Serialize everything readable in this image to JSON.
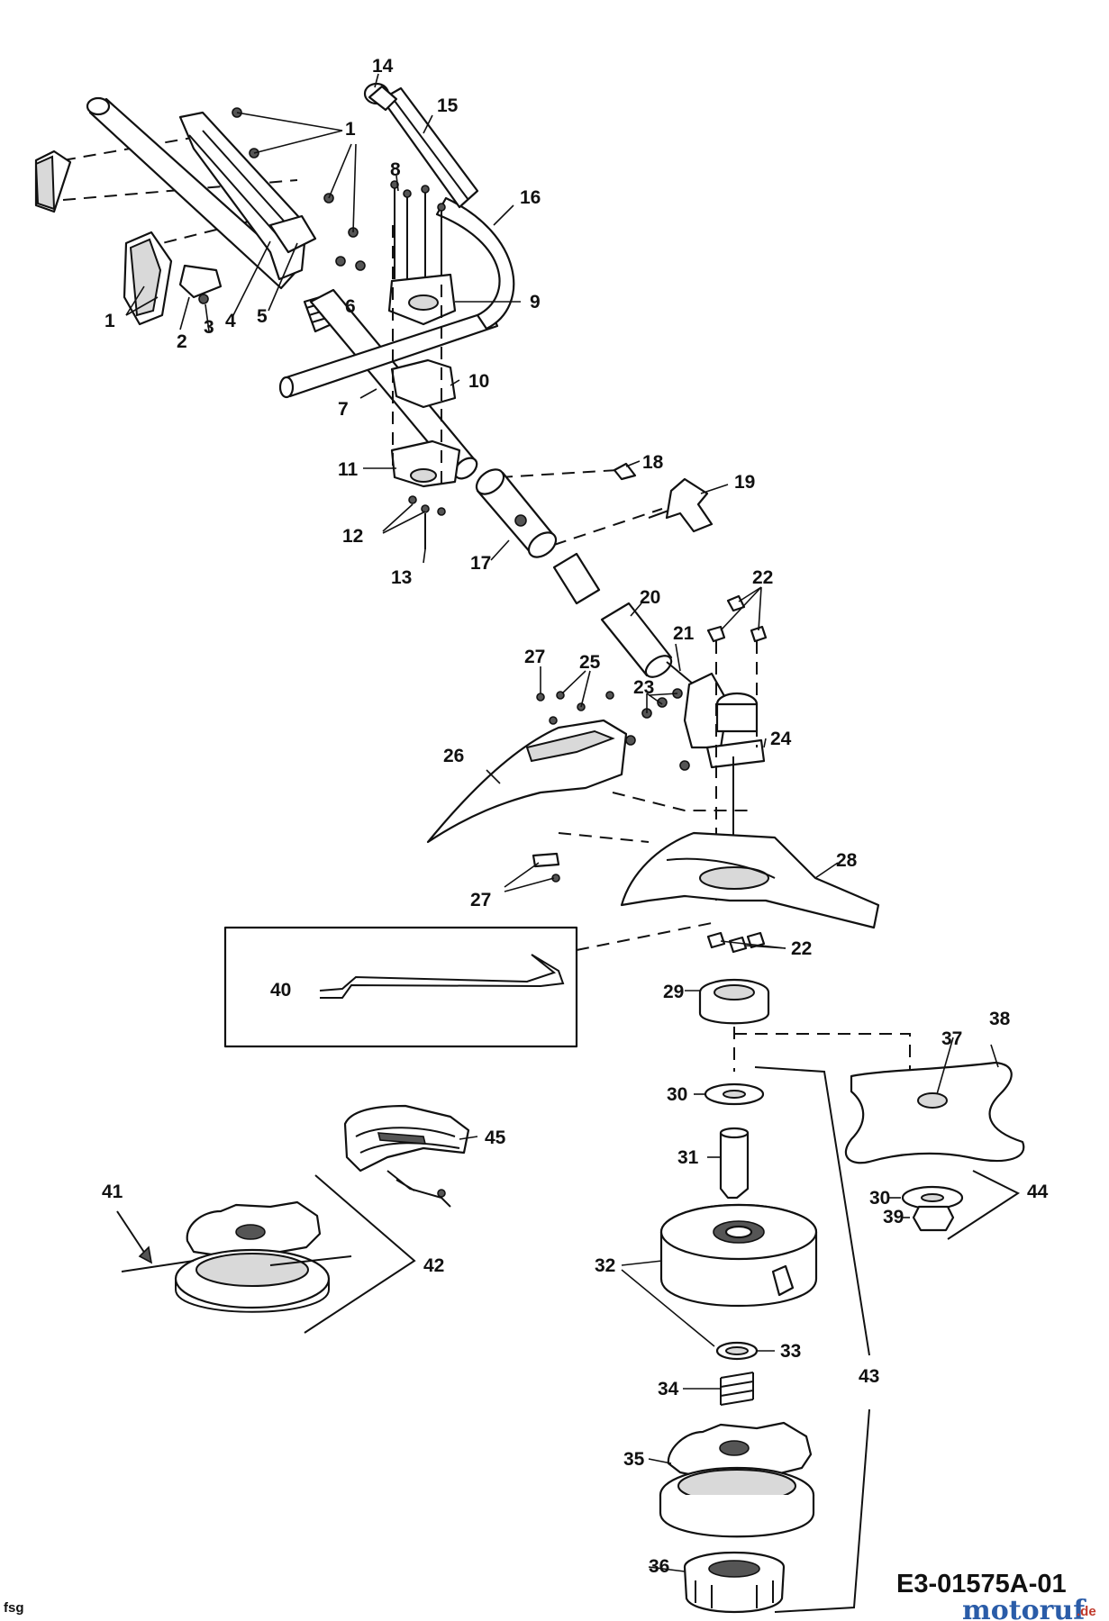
{
  "drawing": {
    "code": "E3-01575A-01",
    "corner_note": "fsg",
    "watermark_main": "motoruf",
    "watermark_tld": ".de",
    "watermark_colors": {
      "primary": "#2a5ca8",
      "accent": "#c0392b"
    }
  },
  "callouts": [
    {
      "id": "c1a",
      "text": "1"
    },
    {
      "id": "c1b",
      "text": "1"
    },
    {
      "id": "c2",
      "text": "2"
    },
    {
      "id": "c3",
      "text": "3"
    },
    {
      "id": "c4",
      "text": "4"
    },
    {
      "id": "c5",
      "text": "5"
    },
    {
      "id": "c6",
      "text": "6"
    },
    {
      "id": "c7",
      "text": "7"
    },
    {
      "id": "c8",
      "text": "8"
    },
    {
      "id": "c9",
      "text": "9"
    },
    {
      "id": "c10",
      "text": "10"
    },
    {
      "id": "c11",
      "text": "11"
    },
    {
      "id": "c12",
      "text": "12"
    },
    {
      "id": "c13",
      "text": "13"
    },
    {
      "id": "c14",
      "text": "14"
    },
    {
      "id": "c15",
      "text": "15"
    },
    {
      "id": "c16",
      "text": "16"
    },
    {
      "id": "c17",
      "text": "17"
    },
    {
      "id": "c18",
      "text": "18"
    },
    {
      "id": "c19",
      "text": "19"
    },
    {
      "id": "c20",
      "text": "20"
    },
    {
      "id": "c21",
      "text": "21"
    },
    {
      "id": "c22a",
      "text": "22"
    },
    {
      "id": "c22b",
      "text": "22"
    },
    {
      "id": "c23",
      "text": "23"
    },
    {
      "id": "c24",
      "text": "24"
    },
    {
      "id": "c25",
      "text": "25"
    },
    {
      "id": "c26",
      "text": "26"
    },
    {
      "id": "c27a",
      "text": "27"
    },
    {
      "id": "c27b",
      "text": "27"
    },
    {
      "id": "c28",
      "text": "28"
    },
    {
      "id": "c29",
      "text": "29"
    },
    {
      "id": "c30a",
      "text": "30"
    },
    {
      "id": "c30b",
      "text": "30"
    },
    {
      "id": "c31",
      "text": "31"
    },
    {
      "id": "c32",
      "text": "32"
    },
    {
      "id": "c33",
      "text": "33"
    },
    {
      "id": "c34",
      "text": "34"
    },
    {
      "id": "c35",
      "text": "35"
    },
    {
      "id": "c36",
      "text": "36"
    },
    {
      "id": "c37",
      "text": "37"
    },
    {
      "id": "c38",
      "text": "38"
    },
    {
      "id": "c39",
      "text": "39"
    },
    {
      "id": "c40",
      "text": "40"
    },
    {
      "id": "c41",
      "text": "41"
    },
    {
      "id": "c42",
      "text": "42"
    },
    {
      "id": "c43",
      "text": "43"
    },
    {
      "id": "c44",
      "text": "44"
    },
    {
      "id": "c45",
      "text": "45"
    }
  ]
}
